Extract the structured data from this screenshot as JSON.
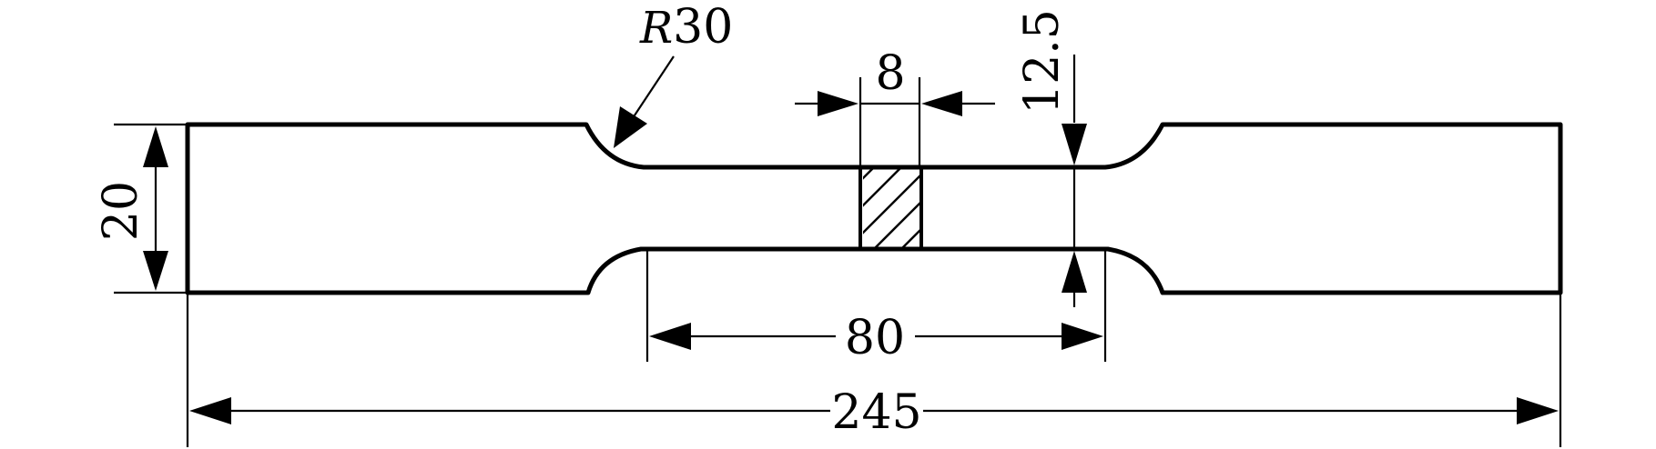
{
  "dimensions": {
    "total_length": "245",
    "gauge_length": "80",
    "end_width": "20",
    "gauge_width": "12.5",
    "sample_width": "8",
    "radius_prefix": "R",
    "radius_value": "30"
  }
}
